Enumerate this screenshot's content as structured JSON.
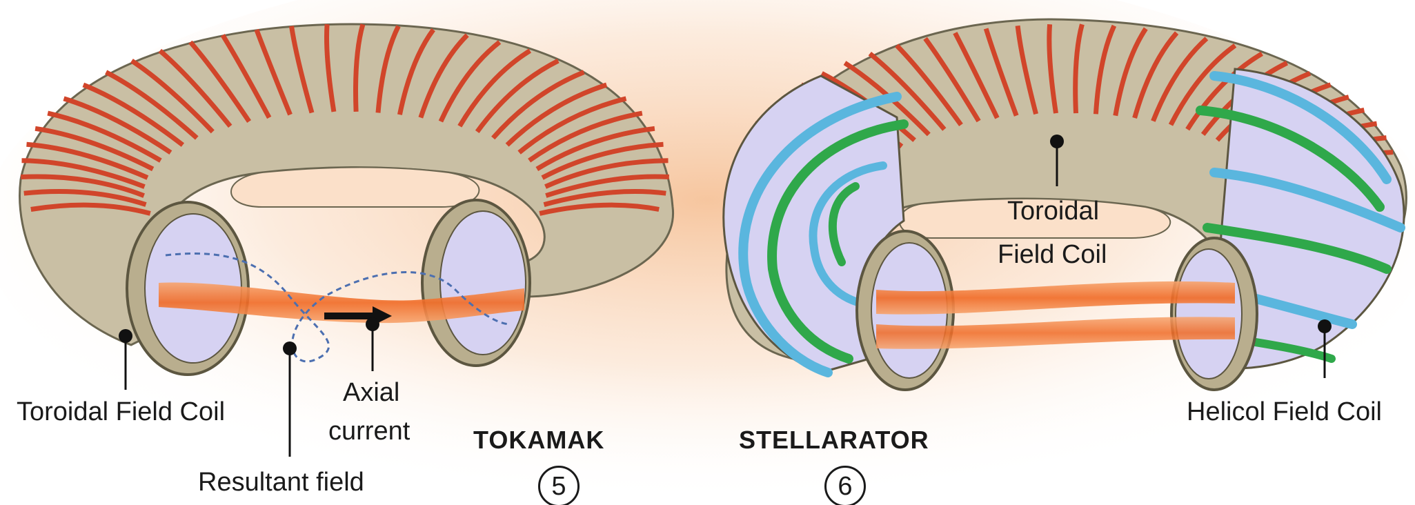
{
  "tokamak": {
    "title": "TOKAMAK",
    "number": "5",
    "labels": {
      "toroidal_field_coil": "Toroidal Field Coil",
      "resultant_field": "Resultant field",
      "axial_current_line1": "Axial",
      "axial_current_line2": "current"
    }
  },
  "stellarator": {
    "title": "STELLARATOR",
    "number": "6",
    "labels": {
      "toroidal_field_coil_line1": "Toroidal",
      "toroidal_field_coil_line2": "Field Coil",
      "helical_field_coil": "Helicol Field Coil"
    }
  },
  "colors": {
    "background_glow": "#f6c39a",
    "torus_tan": "#c9bfa4",
    "toroidal_coil_red": "#d1452a",
    "plasma_orange": "#f3843e",
    "cross_section_lavender": "#d6d2f2",
    "helical_green": "#2fa84a",
    "helical_blue": "#5ab6de"
  }
}
